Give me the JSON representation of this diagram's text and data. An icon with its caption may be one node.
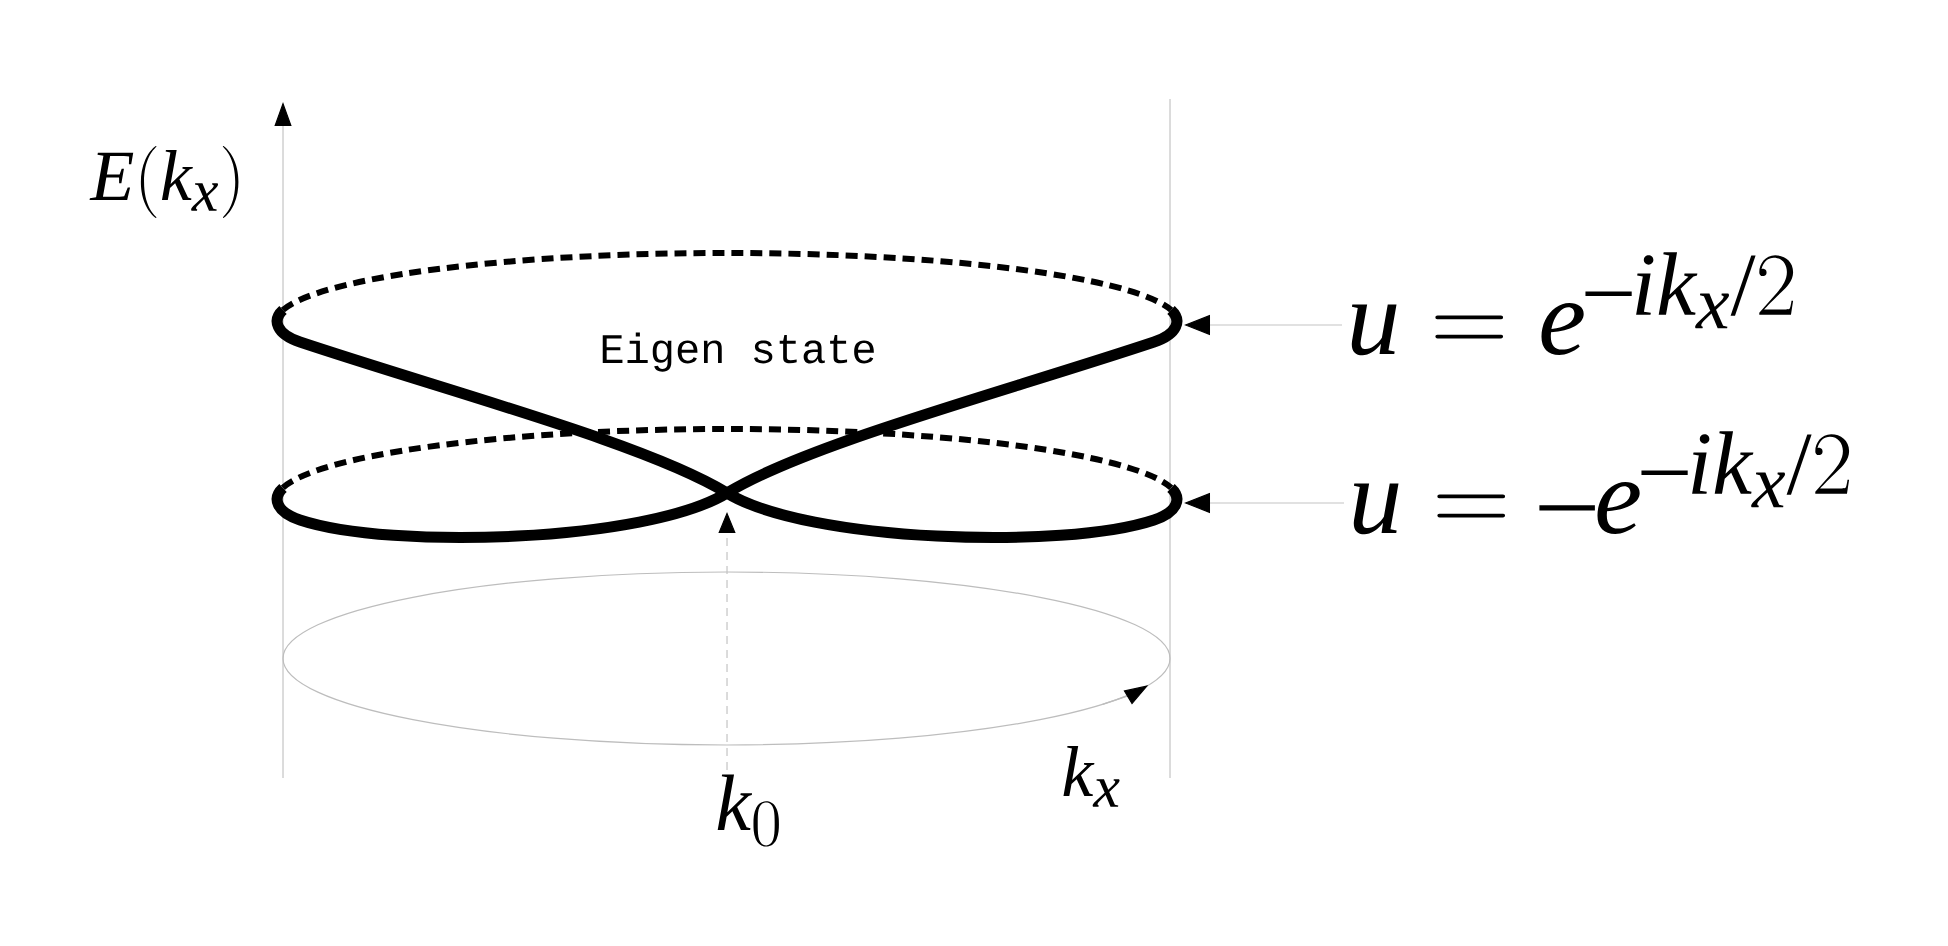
{
  "diagram": {
    "nodes": [
      {
        "text": [
          "u=e^{-ik_x/2}"
        ]
      },
      {
        "text": [
          "u=-e^{-ik_x/2}"
        ]
      },
      {
        "text": [
          "k_0"
        ]
      }
    ],
    "edges": [
      {
        "from": 0,
        "to": null,
        "arrow": "to"
      },
      {
        "from": 1,
        "to": null,
        "arrow": "to"
      },
      {
        "from": 2,
        "to": null,
        "arrow": "to",
        "style": "dashed"
      }
    ],
    "labels": [
      "E(k_x)",
      "Eigen state",
      "k_x"
    ]
  }
}
